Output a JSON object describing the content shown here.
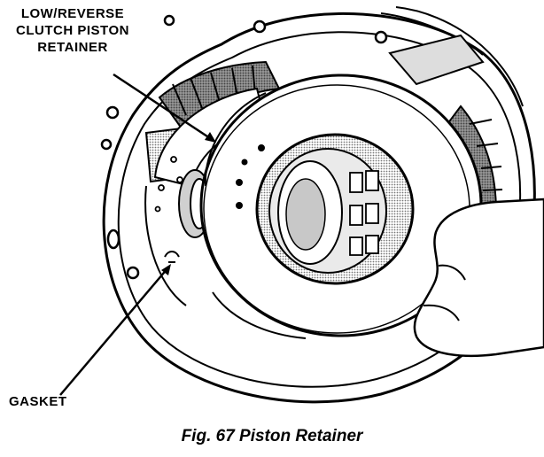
{
  "labels": {
    "retainer_lines": [
      "LOW/REVERSE",
      "CLUTCH PISTON",
      "RETAINER"
    ],
    "gasket": "GASKET"
  },
  "caption": "Fig. 67 Piston Retainer",
  "colors": {
    "ink": "#000000",
    "paper": "#ffffff",
    "shade": "#b5b5b5"
  }
}
